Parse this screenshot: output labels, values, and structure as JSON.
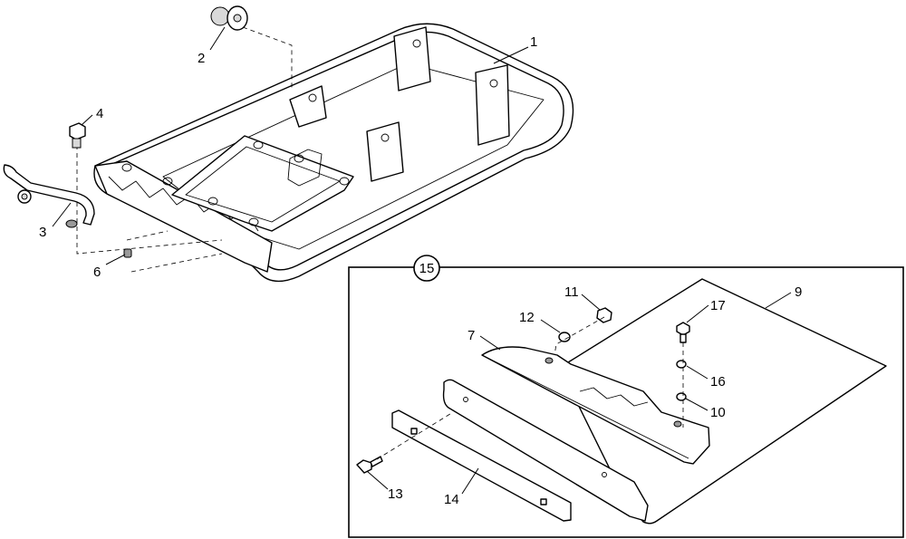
{
  "diagram": {
    "callouts": {
      "c1": "1",
      "c2": "2",
      "c3": "3",
      "c4": "4",
      "c6": "6",
      "c7": "7",
      "c9": "9",
      "c10": "10",
      "c11": "11",
      "c12": "12",
      "c13": "13",
      "c14": "14",
      "c15": "15",
      "c16": "16",
      "c17": "17"
    }
  }
}
